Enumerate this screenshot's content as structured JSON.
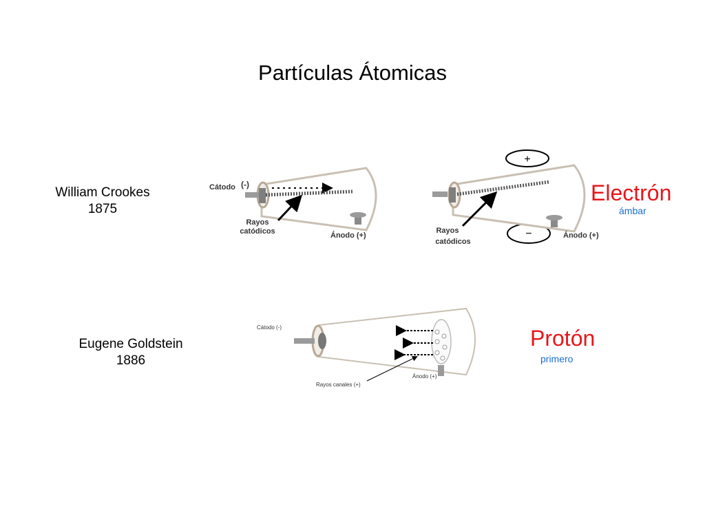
{
  "slide": {
    "title": "Partículas Átomicas",
    "colors": {
      "particle": "#e8161b",
      "note": "#1a6fd0",
      "glass": "#c9bfb4",
      "ink": "#000000"
    }
  },
  "crookes": {
    "name": "William Crookes",
    "year": "1875",
    "particle": "Electrón",
    "note": "ámbar",
    "tube1": {
      "cathode": "Cátodo",
      "cathode_sign": "(-)",
      "rays_line1": "Rayos",
      "rays_line2": "catódicos",
      "anode": "Ánodo (+)"
    },
    "tube2": {
      "plus": "+",
      "minus": "−",
      "rays_line1": "Rayos",
      "rays_line2": "catódicos",
      "anode": "Ánodo (+)"
    }
  },
  "goldstein": {
    "name": "Eugene Goldstein",
    "year": "1886",
    "particle": "Protón",
    "note": "primero",
    "tube": {
      "cathode": "Cátodo (-)",
      "rays": "Rayos canales (+)",
      "anode": "Ánodo (+)"
    }
  }
}
